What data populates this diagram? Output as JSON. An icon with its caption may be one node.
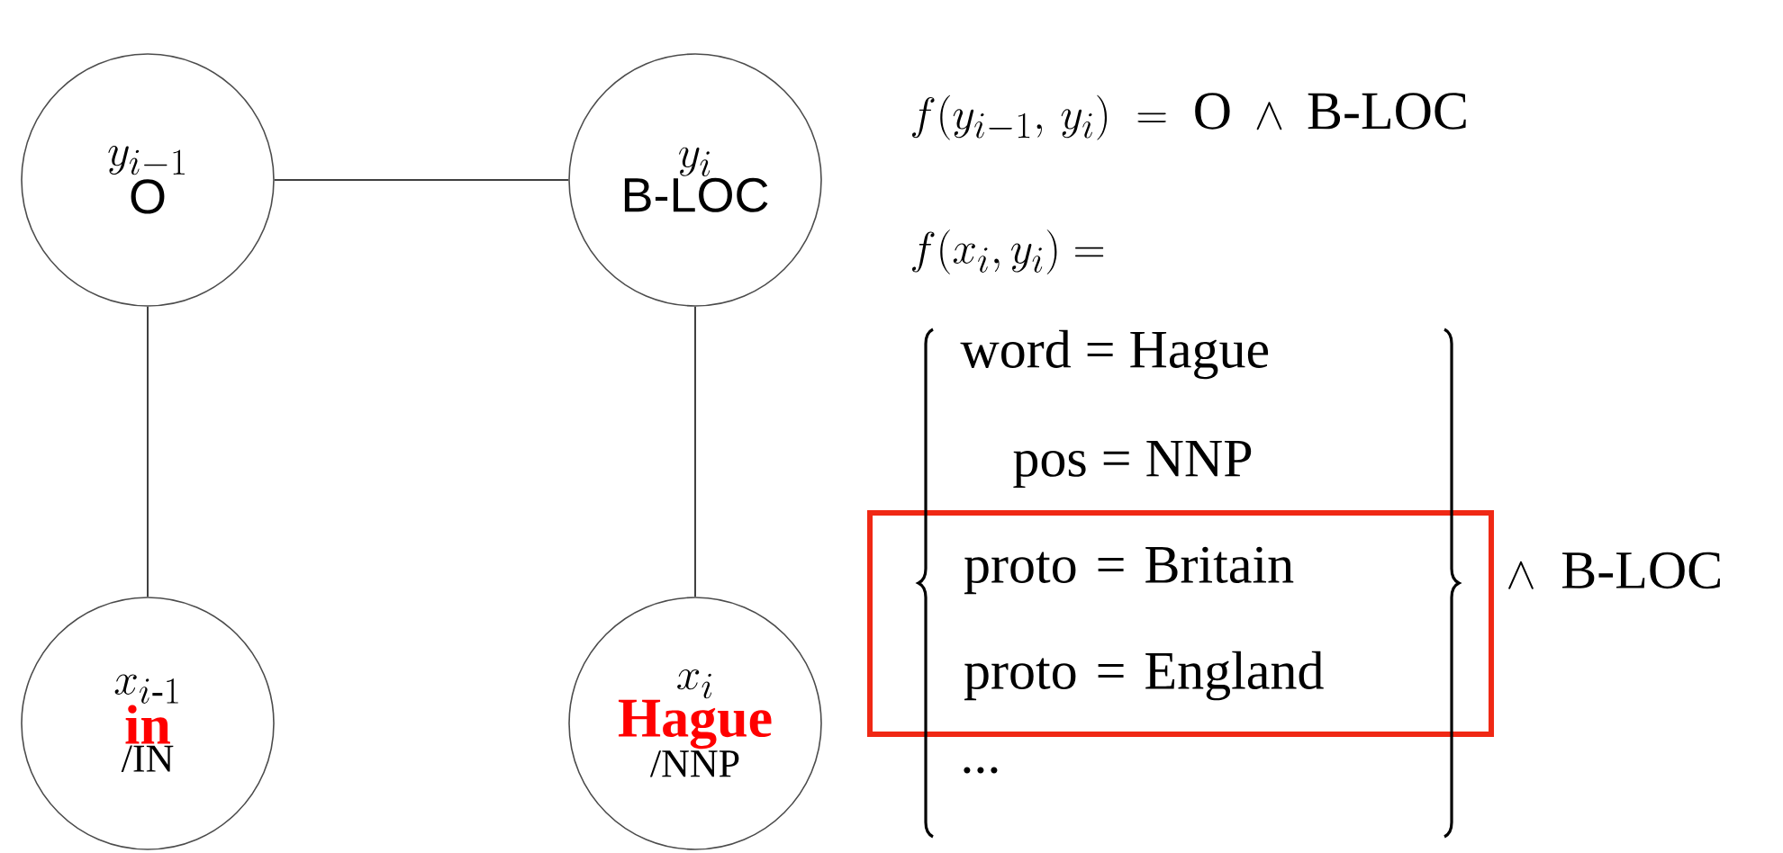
{
  "diagram": {
    "nodes": [
      {
        "text": [
          "y_{i-1}",
          "O"
        ]
      },
      {
        "text": [
          "y_{i}",
          "B-LOC"
        ]
      },
      {
        "text": [
          "x_{i\\text{-}1}",
          "in",
          "/IN"
        ]
      },
      {
        "text": [
          "x_{i}",
          "Hague",
          "/NNP"
        ]
      },
      {
        "text": [
          "proto = Britain",
          "proto = England"
        ]
      }
    ],
    "edges": [
      {
        "from": 0,
        "to": 1,
        "arrow": "none"
      },
      {
        "from": 0,
        "to": 2,
        "arrow": "none"
      },
      {
        "from": 1,
        "to": 3,
        "arrow": "none"
      }
    ],
    "labels": [
      "f(y_{i-1},\\, y_{i}) \\;=\\; \\mathrm{O} \\;\\wedge\\; \\text{B-LOC}",
      "f(x_{i}, y_{i}) =",
      "word = Hague",
      "pos = NNP",
      "...",
      "\\wedge\\;\\; \\text{B-LOC}"
    ]
  }
}
